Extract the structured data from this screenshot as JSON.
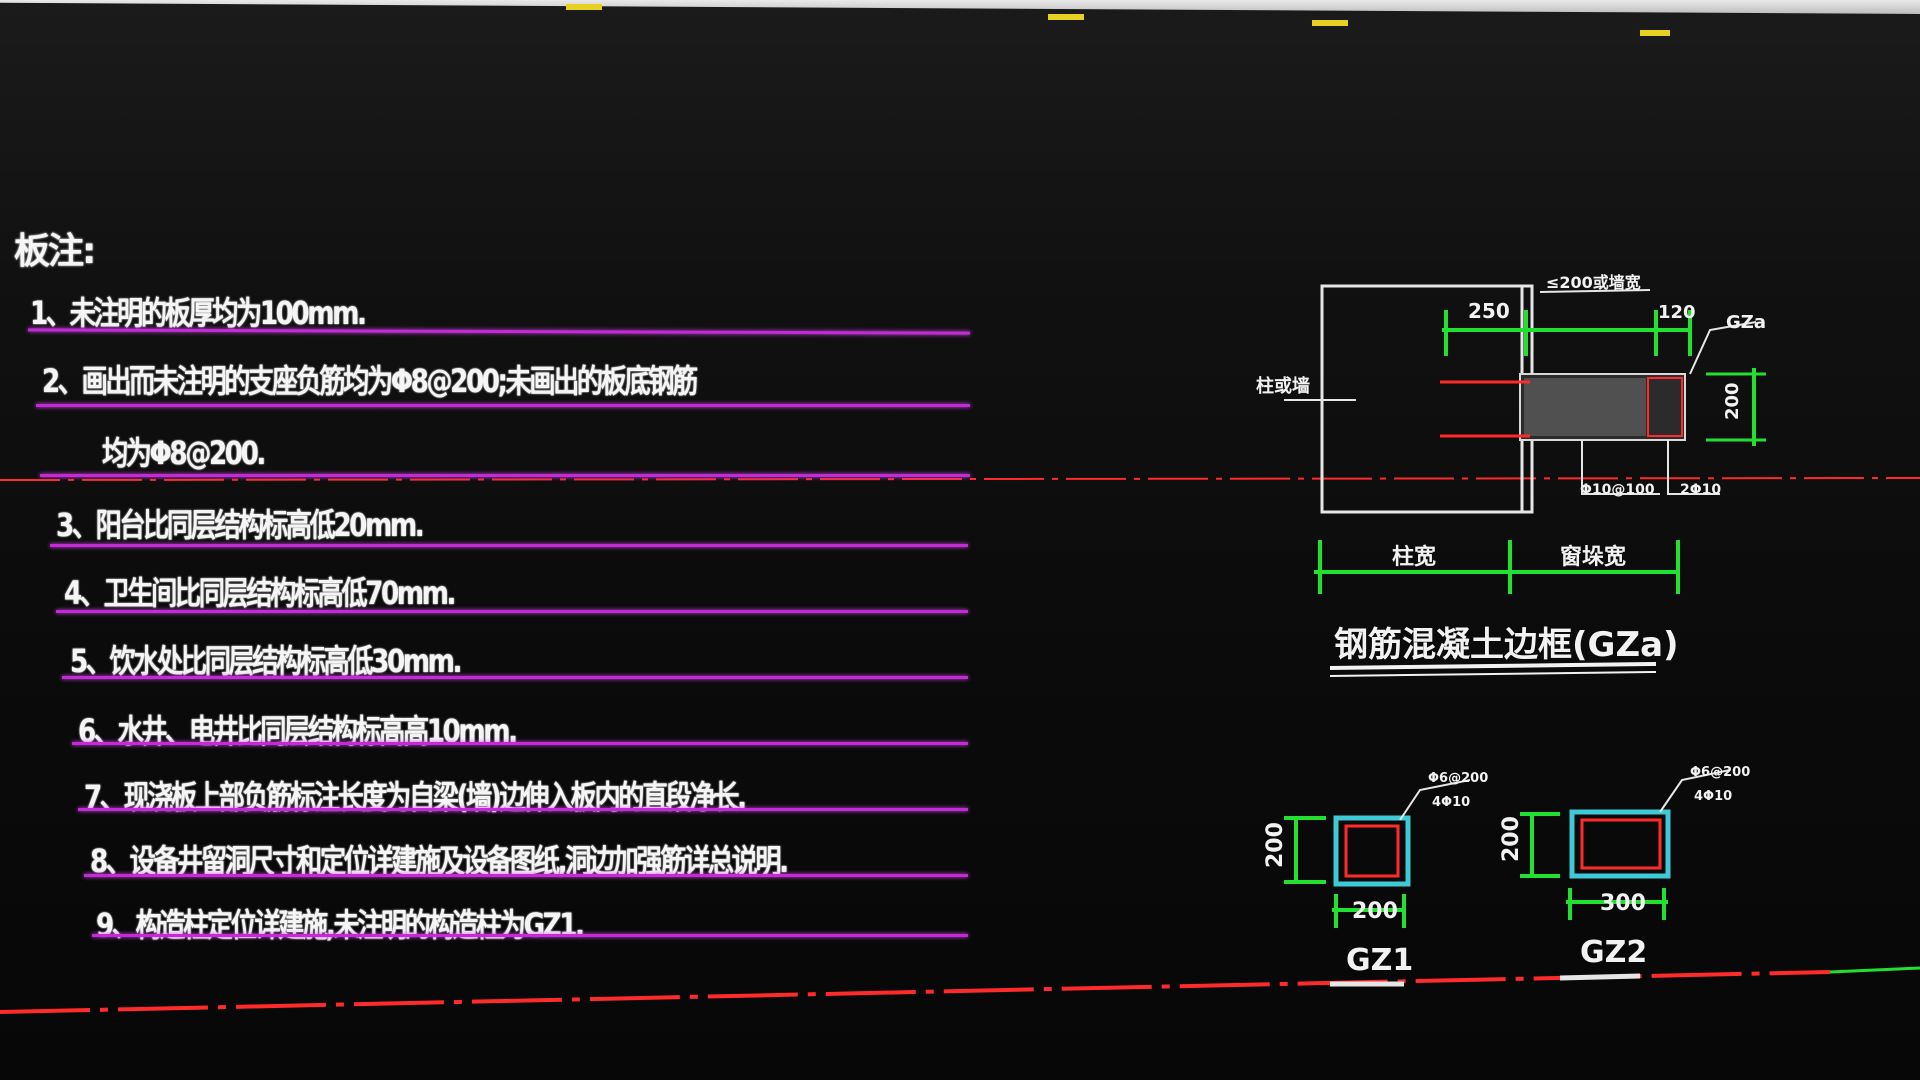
{
  "notes": {
    "title": "板注:",
    "items": [
      "1、未注明的板厚均为100mm.",
      "2、画出而未注明的支座负筋均为Φ8@200;未画出的板底钢筋",
      "均为Φ8@200.",
      "3、阳台比同层结构标高低20mm.",
      "4、卫生间比同层结构标高低70mm.",
      "5、饮水处比同层结构标高低30mm.",
      "6、水井、电井比同层结构标高高10mm.",
      "7、现浇板上部负筋标注长度为自梁(墙)边伸入板内的直段净长.",
      "8、设备井留洞尺寸和定位详建施及设备图纸,洞边加强筋详总说明.",
      "9、构造柱定位详建施,未注明的构造柱为GZ1."
    ]
  },
  "gza_detail": {
    "title": "钢筋混凝土边框(GZa)",
    "top_note": "≤200或墙宽",
    "dim_left": "250",
    "dim_right": "120",
    "tag": "GZa",
    "height": "200",
    "side_label": "柱或墙",
    "bar_label_1": "Φ10@100",
    "bar_label_2": "2Φ10",
    "bottom_left": "柱宽",
    "bottom_right": "窗垛宽"
  },
  "gz1": {
    "label": "GZ1",
    "width": "200",
    "height": "200",
    "note_1": "Φ6@200",
    "note_2": "4Φ10"
  },
  "gz2": {
    "label": "GZ2",
    "width": "300",
    "height": "200",
    "note_1": "Φ6@200",
    "note_2": "4Φ10"
  },
  "colors": {
    "background": "#0a0a0a",
    "underline": "#c22bd6",
    "dimension": "#21e02f",
    "section_outline": "#3ec9d6",
    "rebar": "#ff2a2a",
    "axis": "#ff2a2a",
    "text": "#f2f2f2"
  }
}
